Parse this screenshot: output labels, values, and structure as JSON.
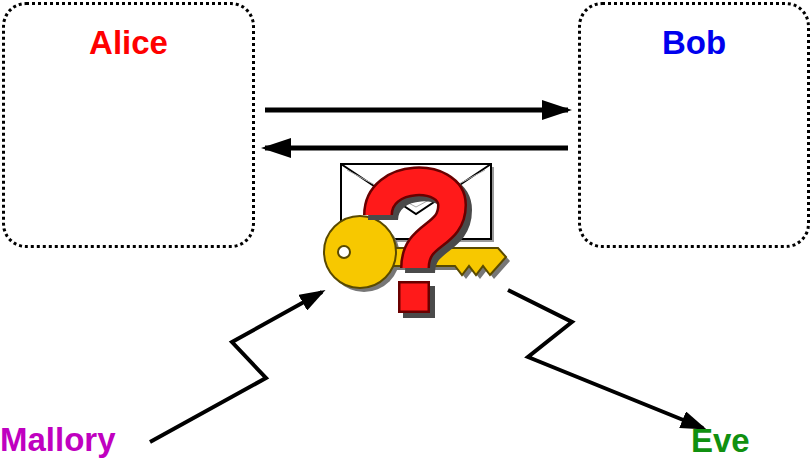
{
  "diagram": {
    "nodes": [
      {
        "text": [
          "Alice"
        ]
      },
      {
        "text": [
          "Bob"
        ]
      }
    ],
    "edges": [
      {
        "from": 0,
        "to": 1,
        "arrow": "to"
      },
      {
        "from": 1,
        "to": 0,
        "arrow": "to"
      }
    ],
    "labels": [
      "Mallory",
      "Eve"
    ]
  }
}
